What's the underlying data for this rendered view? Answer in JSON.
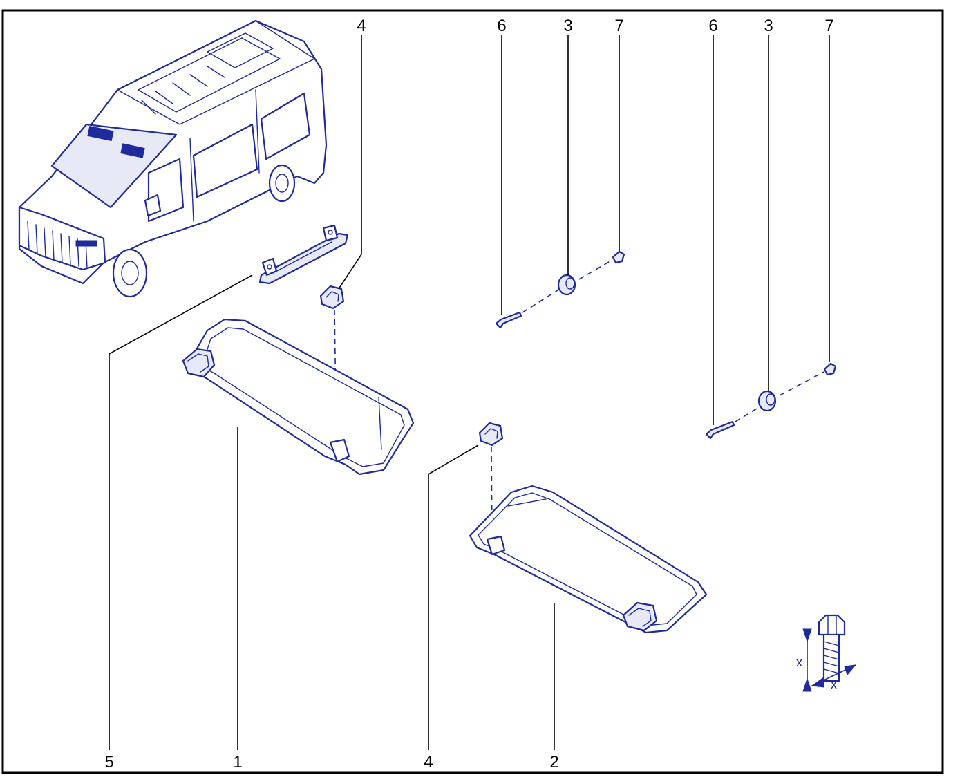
{
  "labels": {
    "top": [
      "4",
      "6",
      "3",
      "7",
      "6",
      "3",
      "7"
    ],
    "bottom": [
      "5",
      "1",
      "4",
      "2"
    ]
  },
  "torque_symbol": {
    "length_mark": "x",
    "diameter_mark": "x"
  },
  "colors": {
    "frame": "#000000",
    "line_art": "#1f2a9c",
    "leader": "#000000"
  }
}
